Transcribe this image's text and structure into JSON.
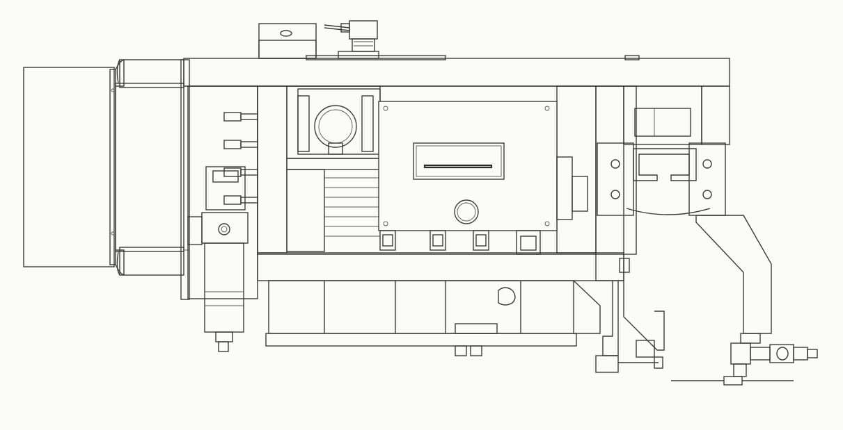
{
  "drawing": {
    "type": "mechanical-line-drawing",
    "view": "side-elevation",
    "colors": {
      "background": "#fbfbf9",
      "line": "#3a3a3a"
    },
    "components": [
      "motor-housing",
      "main-frame",
      "junction-box",
      "pressure-regulator",
      "bearing-block",
      "mounting-bracket",
      "valve-assembly",
      "base-plate",
      "top-cable-connector",
      "cable-glands"
    ]
  }
}
